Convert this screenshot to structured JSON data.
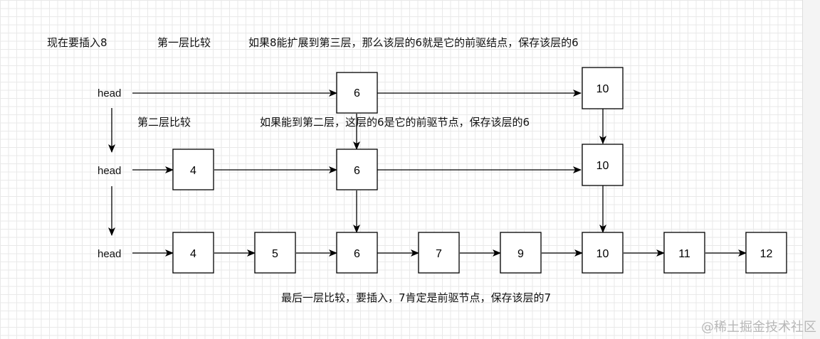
{
  "annotations": {
    "inserting": "现在要插入8",
    "level1_compare": "第一层比较",
    "level1_note": "如果8能扩展到第三层，那么该层的6就是它的前驱结点，保存该层的6",
    "level2_compare": "第二层比较",
    "level2_note": "如果能到第二层，这层的6是它的前驱节点，保存该层的6",
    "level3_note": "最后一层比较，要插入，7肯定是前驱节点，保存该层的7"
  },
  "levels": [
    {
      "head": "head",
      "nodes": [
        "6",
        "10"
      ]
    },
    {
      "head": "head",
      "nodes": [
        "4",
        "6",
        "10"
      ]
    },
    {
      "head": "head",
      "nodes": [
        "4",
        "5",
        "6",
        "7",
        "9",
        "10",
        "11",
        "12"
      ]
    }
  ],
  "watermark": "@稀土掘金技术社区",
  "colors": {
    "stroke": "#000000",
    "grid": "#e9e9e9",
    "watermark": "#b7b7b7"
  }
}
